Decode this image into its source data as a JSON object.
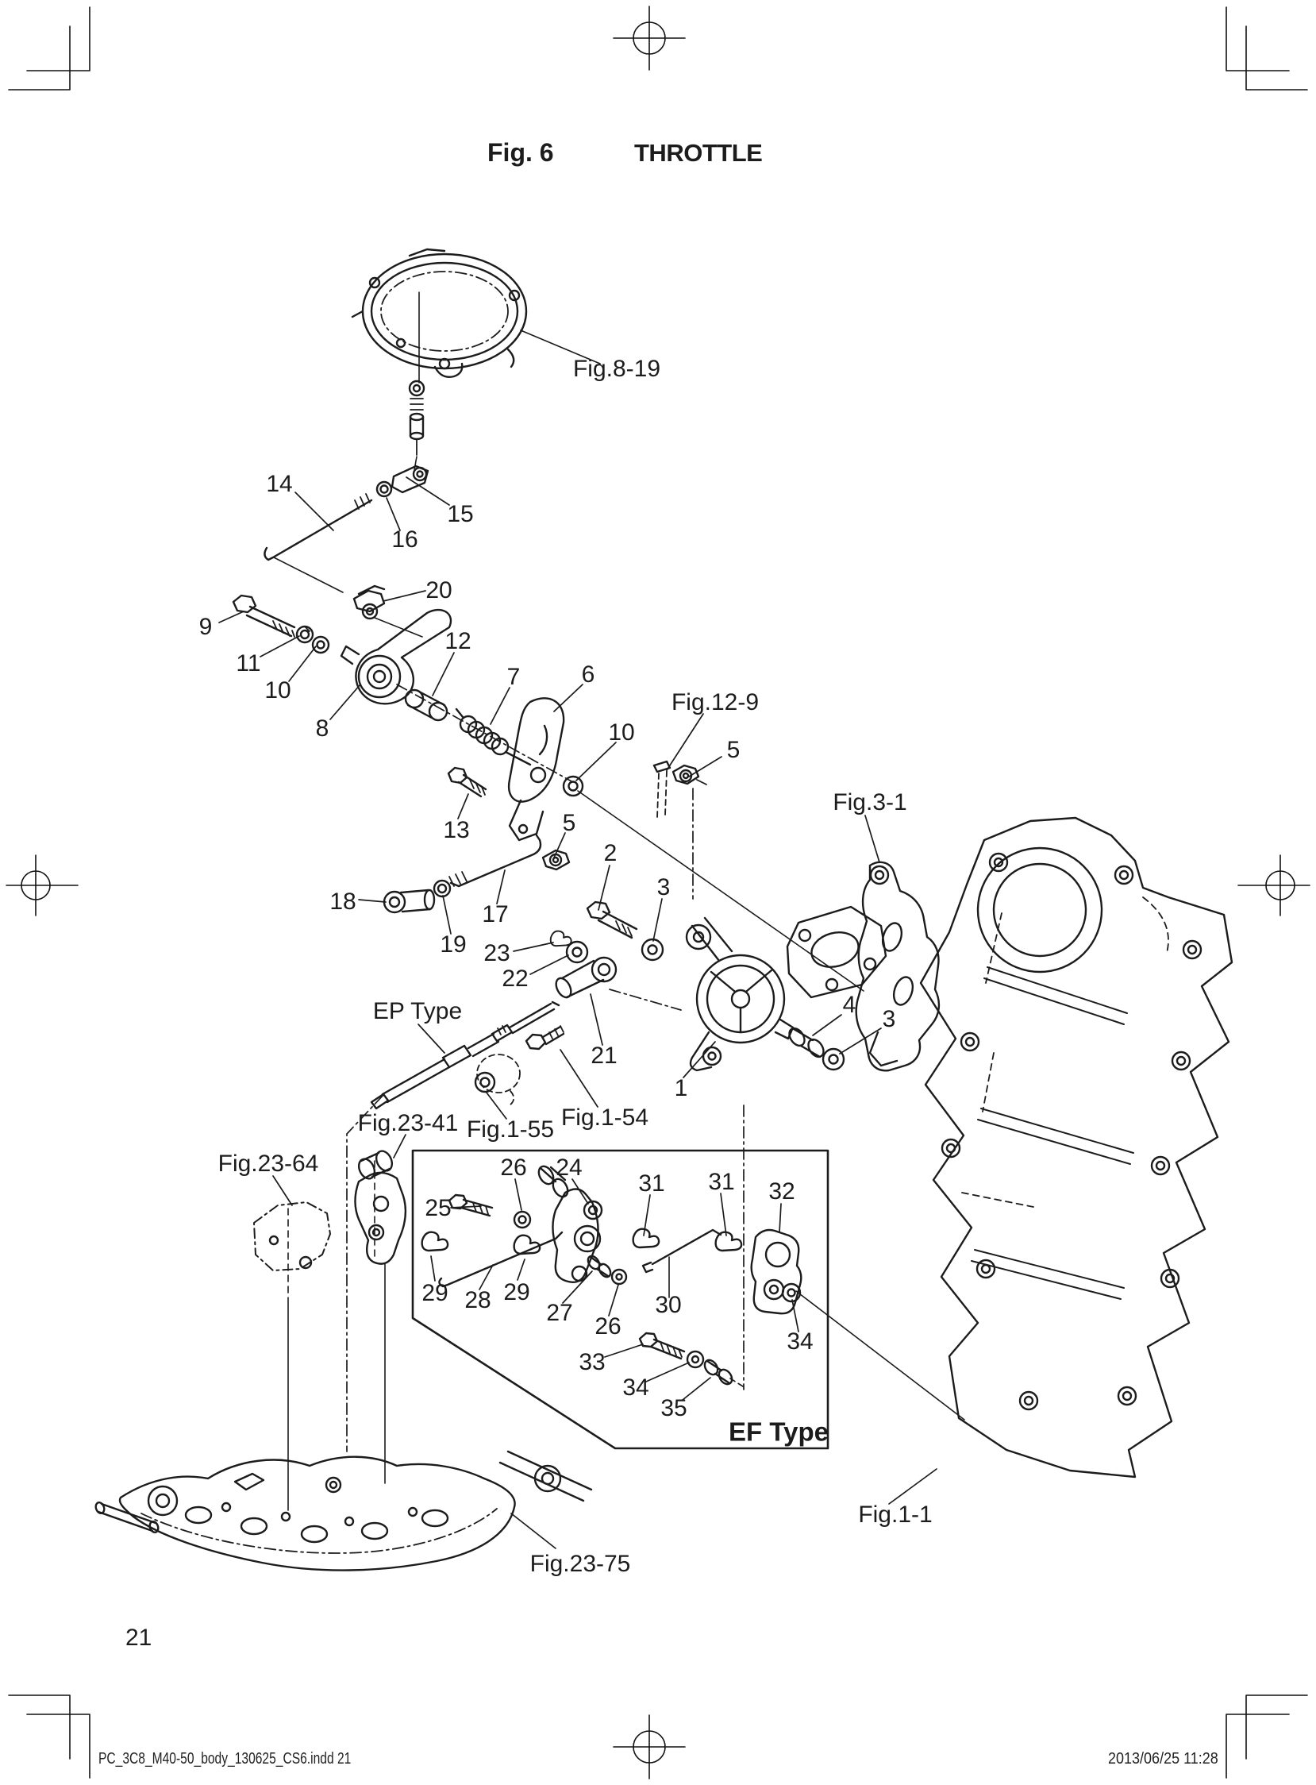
{
  "page": {
    "fig_label": "Fig. 6",
    "title": "THROTTLE",
    "page_number": "21",
    "footer_file": "PC_3C8_M40-50_body_130625_CS6.indd   21",
    "footer_datetime": "2013/06/25   11:28"
  },
  "diagram": {
    "ink_color": "#1c1c1c",
    "variant_labels": {
      "ep": "EP Type",
      "ef": "EF Type"
    },
    "figure_references": {
      "fig8_19": "Fig.8-19",
      "fig12_9": "Fig.12-9",
      "fig3_1": "Fig.3-1",
      "fig23_41": "Fig.23-41",
      "fig1_55": "Fig.1-55",
      "fig1_54": "Fig.1-54",
      "fig23_64": "Fig.23-64",
      "fig23_75": "Fig.23-75",
      "fig1_1": "Fig.1-1"
    },
    "callouts": {
      "n1": "1",
      "n2": "2",
      "n3a": "3",
      "n3b": "3",
      "n4": "4",
      "n5a": "5",
      "n5b": "5",
      "n6": "6",
      "n7": "7",
      "n8": "8",
      "n9": "9",
      "n10a": "10",
      "n10b": "10",
      "n11": "11",
      "n12": "12",
      "n13": "13",
      "n14": "14",
      "n15": "15",
      "n16": "16",
      "n17": "17",
      "n18": "18",
      "n19": "19",
      "n20": "20",
      "n21": "21",
      "n22": "22",
      "n23": "23",
      "n24": "24",
      "n25": "25",
      "n26a": "26",
      "n26b": "26",
      "n27": "27",
      "n28": "28",
      "n29a": "29",
      "n29b": "29",
      "n30": "30",
      "n31a": "31",
      "n31b": "31",
      "n32": "32",
      "n33": "33",
      "n34a": "34",
      "n34b": "34",
      "n35": "35"
    }
  }
}
